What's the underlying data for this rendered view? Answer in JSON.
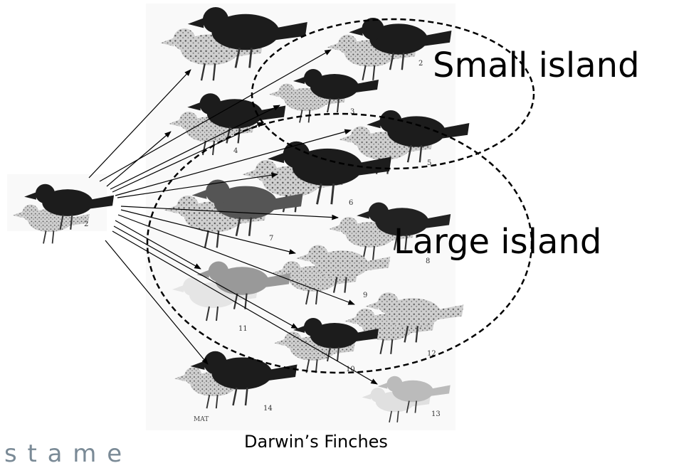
{
  "islands": {
    "small_label": "Small island",
    "large_label": "Large island"
  },
  "caption": "Darwin’s Finches",
  "corner_text": "s t a m e",
  "plate_numbers": [
    "2",
    "2",
    "3",
    "4",
    "5",
    "6",
    "7",
    "8",
    "9",
    "10",
    "11",
    "12",
    "13",
    "14"
  ],
  "colors": {
    "ink": "#000000",
    "finch_dark": "#1c1c1c",
    "finch_speckled": "#7a7a7a",
    "plate_paper": "#f2f2f2",
    "corner_text": "#7a8a96"
  },
  "icons": {
    "ancestor": "finch-icon",
    "descendants": "finch-icon",
    "dispersal": "arrow-icon"
  }
}
